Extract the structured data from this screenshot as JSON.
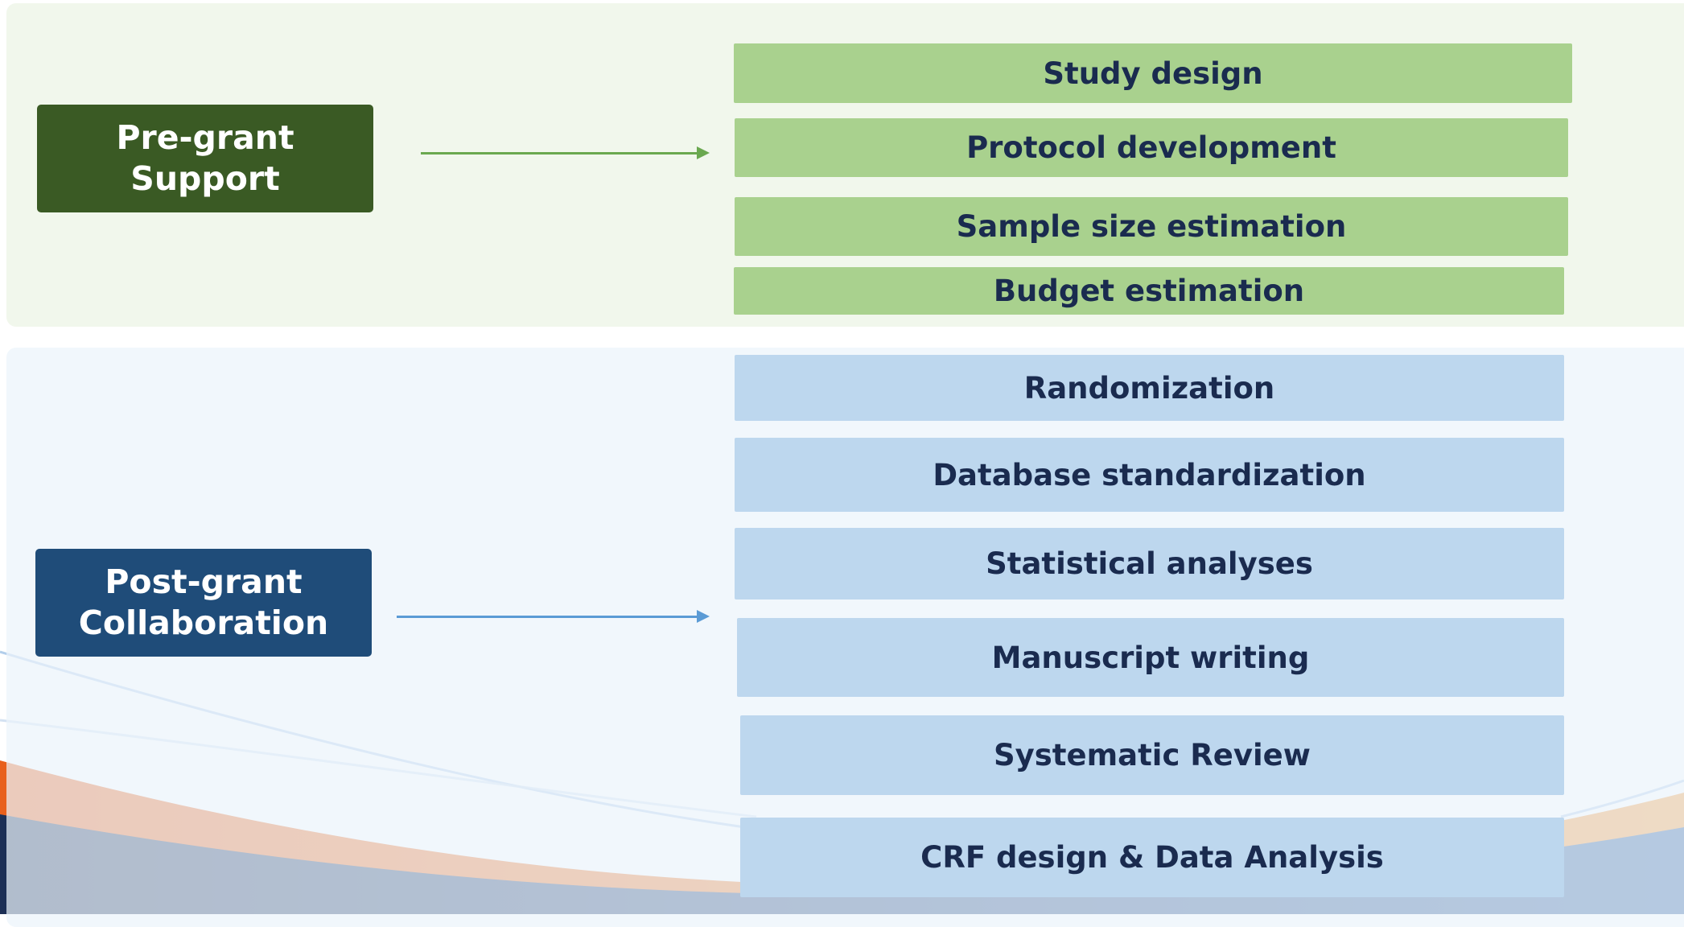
{
  "pre_grant": {
    "label": "Pre-grant\nSupport",
    "items": [
      "Study design",
      "Protocol development",
      "Sample size estimation",
      "Budget estimation"
    ]
  },
  "post_grant": {
    "label": "Post-grant\nCollaboration",
    "items": [
      "Randomization",
      "Database standardization",
      "Statistical analyses",
      "Manuscript writing",
      "Systematic Review",
      "CRF design & Data Analysis"
    ]
  },
  "colors": {
    "pre_label_bg": "#3a5a24",
    "pre_item_bg": "#a9d18e",
    "pre_arrow": "#6aa84f",
    "post_label_bg": "#1f4c79",
    "post_item_bg": "#bdd7ee",
    "post_arrow": "#5b9bd5",
    "item_text": "#1a2b4f",
    "footer_wave_orange": "#f07a2c",
    "footer_wave_navy": "#1f3f73"
  }
}
